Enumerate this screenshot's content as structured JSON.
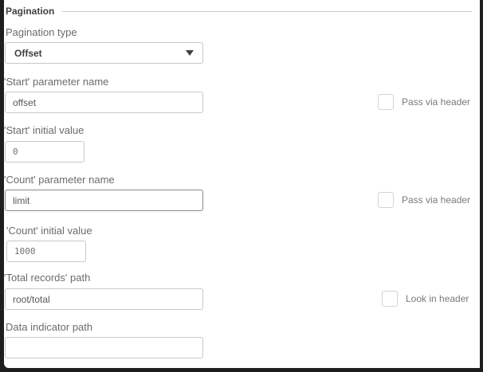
{
  "section": {
    "title": "Pagination"
  },
  "pagination_type": {
    "label": "Pagination type",
    "selected": "Offset",
    "icon": "caret-down-icon"
  },
  "start_param": {
    "label": "'Start' parameter name",
    "value": "offset",
    "checkbox_label": "Pass via header",
    "checked": false
  },
  "start_initial": {
    "label": "'Start' initial value",
    "value": "0"
  },
  "count_param": {
    "label": "'Count' parameter name",
    "value": "limit",
    "checkbox_label": "Pass via header",
    "checked": false
  },
  "count_initial": {
    "label": "'Count' initial value",
    "value": "1000"
  },
  "total_records": {
    "label": "'Total records' path",
    "value": "root/total",
    "checkbox_label": "Look in header",
    "checked": false
  },
  "data_indicator": {
    "label": "Data indicator path",
    "value": ""
  }
}
